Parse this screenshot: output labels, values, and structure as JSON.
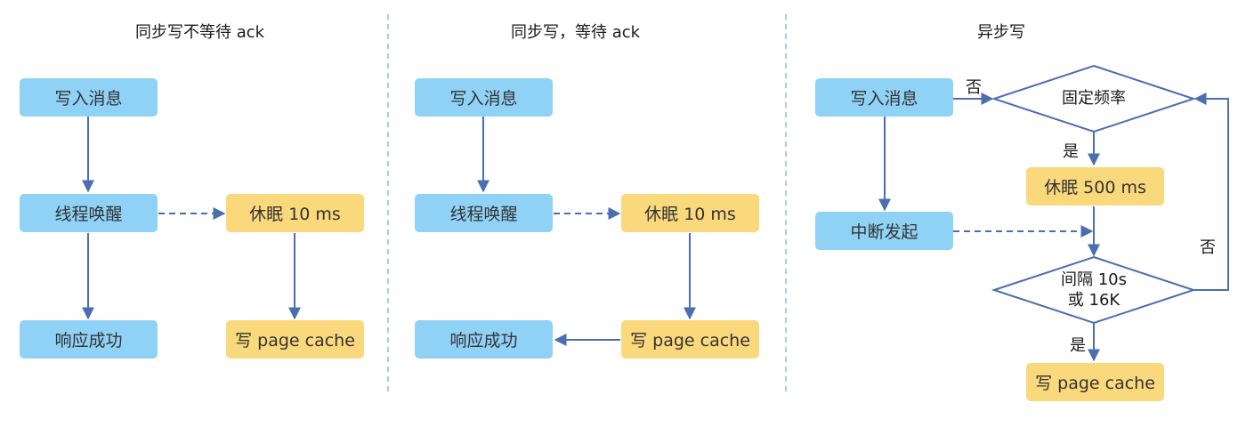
{
  "panel1": {
    "title": "同步写不等待 ack",
    "write_msg": "写入消息",
    "wake_thread": "线程唤醒",
    "sleep": "休眠 10 ms",
    "respond": "响应成功",
    "write_cache": "写 page cache"
  },
  "panel2": {
    "title": "同步写，等待 ack",
    "write_msg": "写入消息",
    "wake_thread": "线程唤醒",
    "sleep": "休眠 10 ms",
    "respond": "响应成功",
    "write_cache": "写 page cache"
  },
  "panel3": {
    "title": "异步写",
    "write_msg": "写入消息",
    "fixed_freq": "固定频率",
    "sleep": "休眠 500 ms",
    "interrupt": "中断发起",
    "interval_line1": "间隔 10s",
    "interval_line2": "或 16K",
    "write_cache": "写 page cache",
    "label_no_top": "否",
    "label_yes_1": "是",
    "label_no_right": "否",
    "label_yes_2": "是"
  },
  "colors": {
    "blue_box": "#8fd2f6",
    "yellow_box": "#fad87c",
    "arrow": "#4a6eb0",
    "separator": "#a8cde3"
  }
}
